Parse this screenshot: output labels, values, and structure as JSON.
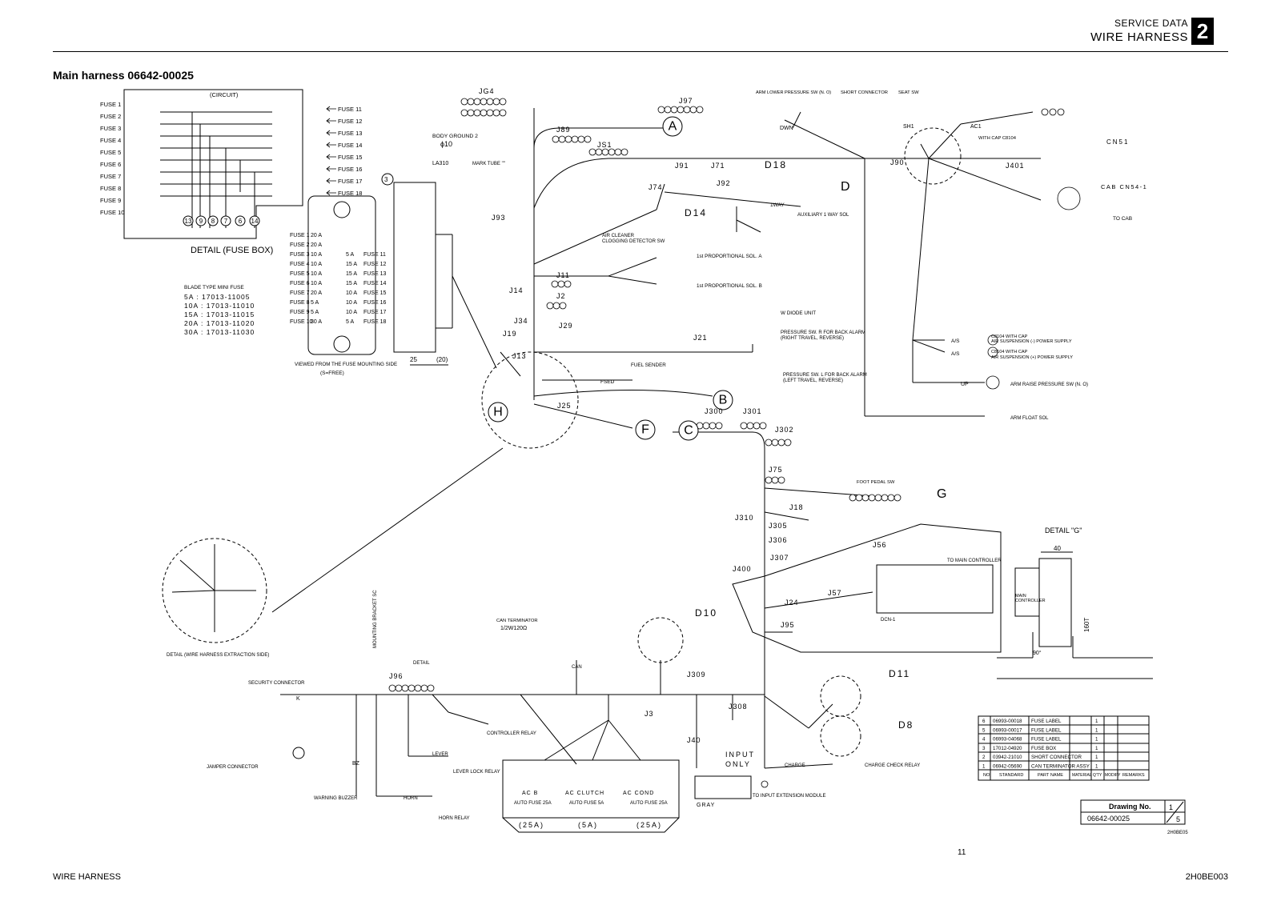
{
  "header": {
    "section": "SERVICE DATA",
    "title": "WIRE HARNESS",
    "chapter": "2"
  },
  "harness_title": "Main harness  06642-00025",
  "footer": {
    "left": "WIRE HARNESS",
    "page": "11",
    "right": "2H0BE003"
  },
  "fuse_box": {
    "circuit_label": "(CIRCUIT)",
    "left_fuses": [
      "FUSE 1",
      "FUSE 2",
      "FUSE 3",
      "FUSE 4",
      "FUSE 5",
      "FUSE 6",
      "FUSE 7",
      "FUSE 8",
      "FUSE 9",
      "FUSE 10"
    ],
    "right_fuses": [
      "FUSE 11",
      "FUSE 12",
      "FUSE 13",
      "FUSE 14",
      "FUSE 15",
      "FUSE 16",
      "FUSE 17",
      "FUSE 18"
    ],
    "bottom_pins": [
      "13",
      "9",
      "8",
      "7",
      "6",
      "14"
    ],
    "detail_caption": "DETAIL (FUSE BOX)",
    "mini_fuse_heading": "BLADE TYPE MINI FUSE",
    "mini_fuse_parts": [
      "5A : 17013-11005",
      "10A : 17013-11010",
      "15A : 17013-11015",
      "20A : 17013-11020",
      "30A : 17013-11030"
    ],
    "mounting_left": [
      [
        "FUSE 1",
        "20 A"
      ],
      [
        "FUSE 2",
        "20 A"
      ],
      [
        "FUSE 3",
        "10 A"
      ],
      [
        "FUSE 4",
        "10 A"
      ],
      [
        "FUSE 5",
        "10 A"
      ],
      [
        "FUSE 6",
        "10 A"
      ],
      [
        "FUSE 7",
        "20 A"
      ],
      [
        "FUSE 8",
        "5 A"
      ],
      [
        "FUSE 9",
        "5 A"
      ],
      [
        "FUSE 10",
        "30 A"
      ]
    ],
    "mounting_right": [
      [
        "5 A",
        "FUSE 11"
      ],
      [
        "15 A",
        "FUSE 12"
      ],
      [
        "15 A",
        "FUSE 13"
      ],
      [
        "15 A",
        "FUSE 14"
      ],
      [
        "10 A",
        "FUSE 15"
      ],
      [
        "10 A",
        "FUSE 16"
      ],
      [
        "10 A",
        "FUSE 17"
      ],
      [
        "5 A",
        "FUSE 18"
      ]
    ],
    "mounting_caption_1": "VIEWED FROM THE FUSE MOUNTING SIDE",
    "mounting_caption_2": "(S=FREE)"
  },
  "connector_block": {
    "num": "3",
    "dim_a": "25",
    "dim_b": "(20)"
  },
  "connectors": [
    {
      "label": "JG4"
    },
    {
      "label": "J97"
    },
    {
      "label": "J89"
    },
    {
      "label": "JS1"
    },
    {
      "label": "J91"
    },
    {
      "label": "J71"
    },
    {
      "label": "J92"
    },
    {
      "label": "J74"
    },
    {
      "label": "J93"
    },
    {
      "label": "J11"
    },
    {
      "label": "J14"
    },
    {
      "label": "J2"
    },
    {
      "label": "J34"
    },
    {
      "label": "J29"
    },
    {
      "label": "J19"
    },
    {
      "label": "J13"
    },
    {
      "label": "J21"
    },
    {
      "label": "J25"
    },
    {
      "label": "J300"
    },
    {
      "label": "J301"
    },
    {
      "label": "J302"
    },
    {
      "label": "J75"
    },
    {
      "label": "J18"
    },
    {
      "label": "J310"
    },
    {
      "label": "J305"
    },
    {
      "label": "J306"
    },
    {
      "label": "J307"
    },
    {
      "label": "J400"
    },
    {
      "label": "J24"
    },
    {
      "label": "J57"
    },
    {
      "label": "J95"
    },
    {
      "label": "J56"
    },
    {
      "label": "J90"
    },
    {
      "label": "J401"
    },
    {
      "label": "J96"
    },
    {
      "label": "J3"
    },
    {
      "label": "J309"
    },
    {
      "label": "J308"
    },
    {
      "label": "J40"
    }
  ],
  "callouts": [
    "A",
    "B",
    "C",
    "F",
    "H"
  ],
  "labels": {
    "body_ground": "BODY GROUND 2",
    "phi10": "ϕ10",
    "la310": "LA310",
    "mark_tube": "MARK TUBE \"\"",
    "air_cleaner_1": "AIR CLEANER",
    "air_cleaner_2": "CLOGGING DETECTOR SW",
    "prop_a": "1st PROPORTIONAL SOL. A",
    "prop_b": "1st PROPORTIONAL SOL. B",
    "diode": "W DIODE UNIT",
    "press_r_1": "PRESSURE SW. R FOR BACK ALARM",
    "press_r_2": "(RIGHT TRAVEL, REVERSE)",
    "press_l_1": "PRESSURE SW. L FOR BACK ALARM",
    "press_l_2": "(LEFT TRAVEL, REVERSE)",
    "fuel_sender": "FUEL SENDER",
    "fsed": "FSED",
    "arm_lower": "ARM LOWER PRESSURE SW (N. O)",
    "short_conn": "SHORT CONNECTOR",
    "seat_sw": "SEAT SW",
    "sh1": "SH1",
    "dwn": "DWN",
    "ac1": "AC1",
    "with_cap": "WITH CAP C8104",
    "cn51": "CN51",
    "cab_cn": "CAB CN54-1",
    "to_cab": "TO CAB",
    "aux_sol": "AUXILIARY 1 WAY SOL",
    "oneway": "1WAY",
    "as": "A/S",
    "air_neg_1": "C8104 WITH CAP",
    "air_neg_2": "AIR SUSPENSION (-) POWER SUPPLY",
    "air_pos_1": "C8104 WITH CAP",
    "air_pos_2": "AIR SUSPENSION (+) POWER SUPPLY",
    "up": "UP",
    "arm_raise": "ARM RAISE PRESSURE SW (N. O)",
    "arm_float": "ARM FLOAT SOL",
    "foot_pedal": "FOOT PEDAL SW",
    "to_main": "TO MAIN CONTROLLER",
    "dcn": "DCN-1",
    "detail_g": "DETAIL \"G\"",
    "main_ctrl_1": "MAIN",
    "main_ctrl_2": "CONTROLLER",
    "dim_40": "40",
    "dim_160": "160T",
    "deg_90": "90°",
    "can_term_1": "CAN TERMINATOR",
    "can_term_2": "1/2W120Ω",
    "can": "CAN",
    "security": "SECURITY CONNECTOR",
    "k": "K",
    "bz": "BZ",
    "jamper": "JAMPER CONNECTOR",
    "buzzer": "WARNING BUZZER",
    "horn": "HORN",
    "horn_relay": "HORN RELAY",
    "lever": "LEVER",
    "lever_relay": "LEVER LOCK RELAY",
    "ctrl_relay": "CONTROLLER RELAY",
    "ac_b": "AC B",
    "ac_clutch": "AC CLUTCH",
    "ac_cond": "AC COND",
    "fuse_25a_1": "AUTO FUSE 25A",
    "fuse_5a": "AUTO FUSE 5A",
    "fuse_25a_2": "AUTO FUSE 25A",
    "amp_25a": "(25A)",
    "amp_5a": "(5A)",
    "input_only_1": "INPUT",
    "input_only_2": "ONLY",
    "gray": "GRAY",
    "input_ext": "TO INPUT EXTENSION MODULE",
    "charge": "CHARGE",
    "charge_relay": "CHARGE CHECK RELAY",
    "detail_extract": "DETAIL (WIRE HARNESS EXTRACTION SIDE)",
    "detail": "DETAIL",
    "mount_bracket": "MOUNTING BRACKET SC"
  },
  "branch_codes": [
    "D18",
    "D14",
    "D10",
    "D11",
    "D8",
    "D",
    "G"
  ],
  "parts_table": {
    "rows": [
      [
        "6",
        "06993-00018",
        "FUSE LABEL",
        "",
        "1",
        ""
      ],
      [
        "5",
        "06993-00017",
        "FUSE LABEL",
        "",
        "1",
        ""
      ],
      [
        "4",
        "06993-04068",
        "FUSE LABEL",
        "",
        "1",
        ""
      ],
      [
        "3",
        "17012-04920",
        "FUSE BOX",
        "",
        "1",
        ""
      ],
      [
        "2",
        "03942-21010",
        "SHORT CONNECTOR",
        "",
        "1",
        ""
      ],
      [
        "1",
        "06942-05690",
        "CAN TERMINATOR ASSY",
        "",
        "1",
        ""
      ]
    ],
    "header": [
      "NO.",
      "STANDARD",
      "PART NAME",
      "MATERIAL",
      "Q'TY",
      "MODIFY",
      "REMARKS"
    ]
  },
  "drawing_box": {
    "label": "Drawing No.",
    "number": "06642-00025",
    "sheet": "1",
    "of": "5",
    "code": "2H0BE05"
  }
}
